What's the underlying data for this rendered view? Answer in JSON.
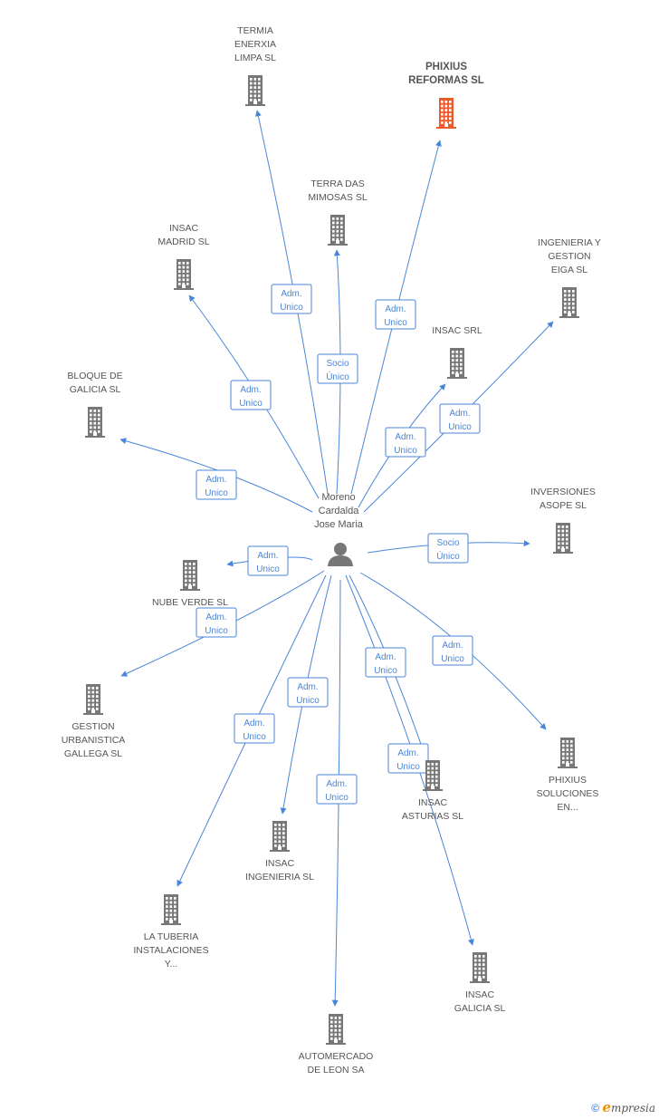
{
  "colors": {
    "edge": "#4a86d8",
    "building": "#777777",
    "highlight": "#ef5a2a"
  },
  "person": {
    "id": "person",
    "icon": "person-icon",
    "label": [
      "Moreno",
      "Cardalda",
      "Jose Maria"
    ]
  },
  "companies": [
    {
      "id": "termia",
      "label": [
        "TERMIA",
        "ENERXIA",
        "LIMPA SL"
      ]
    },
    {
      "id": "phixius-reformas",
      "label": [
        "PHIXIUS",
        "REFORMAS SL"
      ],
      "highlight": true
    },
    {
      "id": "terra",
      "label": [
        "TERRA DAS",
        "MIMOSAS SL"
      ]
    },
    {
      "id": "insac-madrid",
      "label": [
        "INSAC",
        "MADRID SL"
      ]
    },
    {
      "id": "ingenieria",
      "label": [
        "INGENIERIA Y",
        "GESTION",
        "EIGA SL"
      ]
    },
    {
      "id": "insac-srl",
      "label": [
        "INSAC SRL"
      ]
    },
    {
      "id": "bloque",
      "label": [
        "BLOQUE DE",
        "GALICIA SL"
      ]
    },
    {
      "id": "inversiones",
      "label": [
        "INVERSIONES",
        "ASOPE SL"
      ]
    },
    {
      "id": "nube",
      "label": [
        "NUBE VERDE SL"
      ]
    },
    {
      "id": "gestion",
      "label": [
        "GESTION",
        "URBANISTICA",
        "GALLEGA SL"
      ]
    },
    {
      "id": "phixius-sol",
      "label": [
        "PHIXIUS",
        "SOLUCIONES",
        "EN..."
      ]
    },
    {
      "id": "insac-asturias",
      "label": [
        "INSAC",
        "ASTURIAS SL"
      ]
    },
    {
      "id": "insac-ing",
      "label": [
        "INSAC",
        "INGENIERIA SL"
      ]
    },
    {
      "id": "tuberia",
      "label": [
        "LA TUBERIA",
        "INSTALACIONES",
        "Y..."
      ]
    },
    {
      "id": "insac-galicia",
      "label": [
        "INSAC",
        "GALICIA SL"
      ]
    },
    {
      "id": "automercado",
      "label": [
        "AUTOMERCADO",
        "DE LEON SA"
      ]
    }
  ],
  "relations": [
    {
      "to": "termia",
      "role": [
        "Adm.",
        "Unico"
      ]
    },
    {
      "to": "phixius-reformas",
      "role": [
        "Adm.",
        "Unico"
      ]
    },
    {
      "to": "terra",
      "role": [
        "Socio",
        "Único"
      ]
    },
    {
      "to": "insac-madrid",
      "role": [
        "Adm.",
        "Unico"
      ]
    },
    {
      "to": "ingenieria",
      "role": [
        "Adm.",
        "Unico"
      ]
    },
    {
      "to": "insac-srl",
      "role": [
        "Adm.",
        "Unico"
      ]
    },
    {
      "to": "bloque",
      "role": [
        "Adm.",
        "Unico"
      ]
    },
    {
      "to": "inversiones",
      "role": [
        "Socio",
        "Único"
      ]
    },
    {
      "to": "nube",
      "role": [
        "Adm.",
        "Unico"
      ]
    },
    {
      "to": "gestion",
      "role": [
        "Adm.",
        "Unico"
      ]
    },
    {
      "to": "phixius-sol",
      "role": [
        "Adm.",
        "Unico"
      ]
    },
    {
      "to": "insac-asturias",
      "role": [
        "Adm.",
        "Unico"
      ]
    },
    {
      "to": "insac-ing",
      "role": [
        "Adm.",
        "Unico"
      ]
    },
    {
      "to": "tuberia",
      "role": [
        "Adm.",
        "Unico"
      ]
    },
    {
      "to": "insac-galicia",
      "role": [
        "Adm.",
        "Unico"
      ]
    },
    {
      "to": "automercado",
      "role": [
        "Adm.",
        "Unico"
      ]
    }
  ],
  "footer": {
    "copyright": "©",
    "brand_initial": "e",
    "brand_rest": "mpresia"
  }
}
